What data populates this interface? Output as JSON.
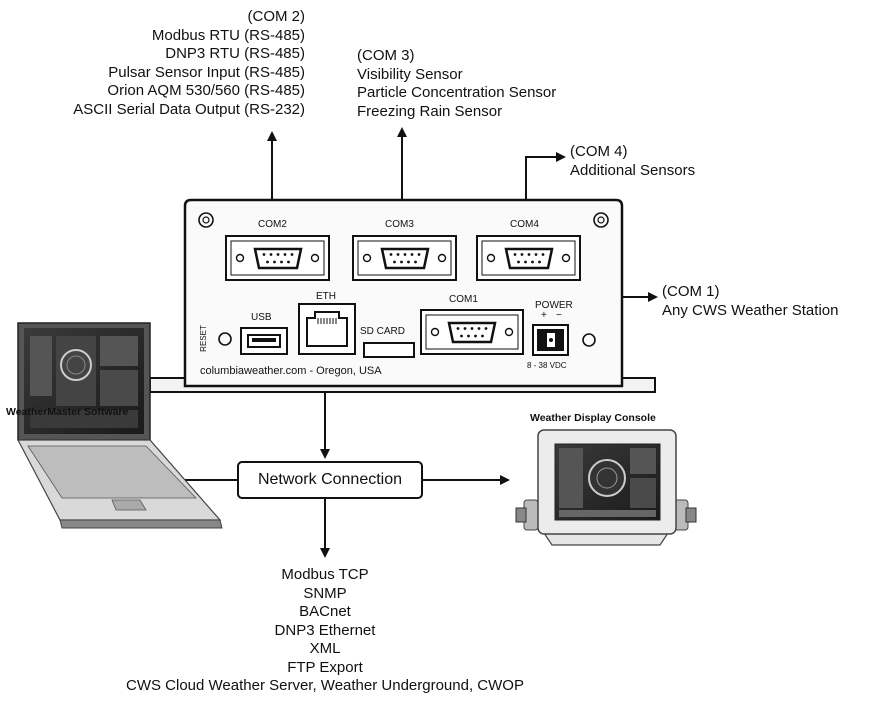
{
  "com2": {
    "header": "(COM 2)",
    "items": [
      "Modbus RTU (RS-485)",
      "DNP3 RTU (RS-485)",
      "Pulsar Sensor Input (RS-485)",
      "Orion AQM 530/560 (RS-485)",
      "ASCII Serial Data Output (RS-232)"
    ]
  },
  "com3": {
    "header": "(COM 3)",
    "items": [
      "Visibility Sensor",
      "Particle Concentration Sensor",
      "Freezing Rain Sensor"
    ]
  },
  "com4": {
    "header": "(COM 4)",
    "items": [
      "Additional Sensors"
    ]
  },
  "com1": {
    "header": "(COM 1)",
    "items": [
      "Any CWS Weather Station"
    ]
  },
  "device": {
    "port_labels": {
      "com2": "COM2",
      "com3": "COM3",
      "com4": "COM4",
      "com1": "COM1",
      "eth": "ETH",
      "usb": "USB",
      "reset": "RESET",
      "sd": "SD CARD",
      "power": "POWER",
      "plus": "+",
      "minus": "−"
    },
    "voltage": "8 - 38 VDC",
    "footer": "columbiaweather.com - Oregon, USA"
  },
  "network": {
    "label": "Network Connection"
  },
  "software": {
    "title": "WeatherMaster Software"
  },
  "console": {
    "title": "Weather Display Console"
  },
  "protocols": [
    "Modbus TCP",
    "SNMP",
    "BACnet",
    "DNP3 Ethernet",
    "XML",
    "FTP Export",
    "CWS Cloud Weather Server, Weather Underground, CWOP"
  ]
}
